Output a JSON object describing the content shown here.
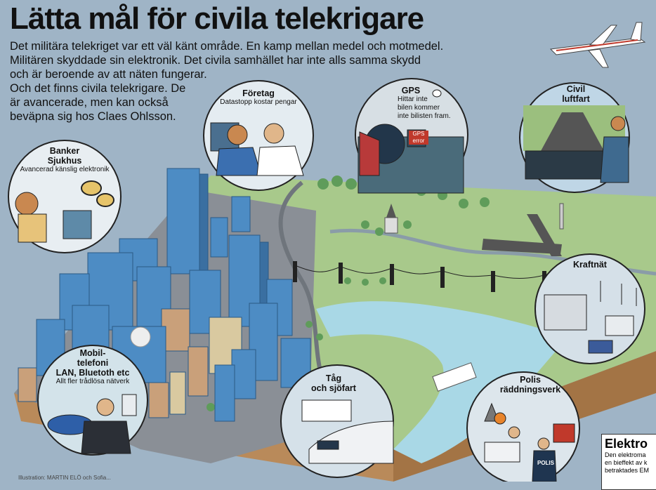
{
  "title": "Lätta mål för civila telekrigare",
  "intro_lines": [
    "Det militära telekriget var ett väl känt område. En kamp mellan medel och motmedel.",
    "Militären skyddade sin elektronik. Det civila samhället har inte alls samma skydd",
    "och är beroende av att näten fungerar.",
    "Och det finns civila telekrigare. De",
    "är avancerade, men kan också",
    "beväpna sig hos Claes Ohlsson."
  ],
  "circles": {
    "banker": {
      "heading": [
        "Banker",
        "Sjukhus"
      ],
      "sub": "Avancerad känslig elektronik"
    },
    "foretag": {
      "heading": [
        "Företag"
      ],
      "sub": "Datastopp kostar pengar"
    },
    "gps": {
      "heading": [
        "GPS"
      ],
      "sub": [
        "Hittar inte",
        "bilen kommer",
        "inte bilisten fram."
      ],
      "error": "GPS error"
    },
    "luftfart": {
      "heading": [
        "Civil",
        "luftfart"
      ]
    },
    "kraftnat": {
      "heading": [
        "Kraftnät"
      ]
    },
    "mobil": {
      "heading": [
        "Mobil-",
        "telefoni",
        "LAN, Bluetoth etc"
      ],
      "sub": "Allt fler trådlösa nätverk"
    },
    "tag": {
      "heading": [
        "Tåg",
        "och sjöfart"
      ]
    },
    "polis": {
      "heading": [
        "Polis",
        "räddningsverk"
      ],
      "badge": "POLIS"
    }
  },
  "elektro_box": {
    "heading": "Elektro",
    "lines": [
      "Den elektroma",
      "en bieffekt av k",
      "betraktades EM"
    ]
  },
  "credit": "Illustration: MARTIN ELÖ och Sofia...",
  "colors": {
    "background": "#9fb4c6",
    "grass": "#a8c98b",
    "water": "#a9d8e6",
    "building": "#4d8cc4",
    "road": "#8a8f96"
  }
}
